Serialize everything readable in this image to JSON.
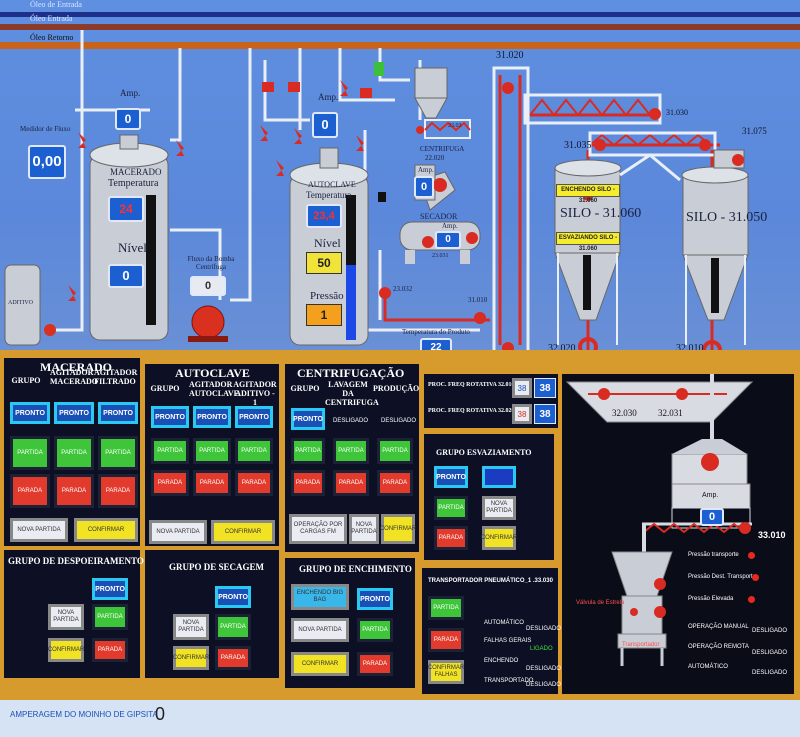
{
  "pipes": {
    "oleo_entrada": "Óleo Entrada",
    "oleo_retorno": "Óleo Retorno",
    "top_label": "Óleo de Entrada"
  },
  "macerado": {
    "label": "MACERADO",
    "temp_label": "Temperatura",
    "temp": "24",
    "nivel_label": "Nível",
    "nivel": "0",
    "amp_label": "Amp.",
    "amp": "0"
  },
  "medidor": {
    "label": "Medidor de Fluxo",
    "value": "0,00"
  },
  "aditivo": {
    "label": "ADITIVO"
  },
  "bomba": {
    "label": "Fluxo da Bomba Centrífuga",
    "value": "0"
  },
  "autoclave": {
    "label": "AUTOCLAVE",
    "temp_label": "Temperatura",
    "temp": "23,4",
    "nivel_label": "Nível",
    "nivel": "50",
    "pressao_label": "Pressão",
    "pressao": "1",
    "amp_label": "Amp.",
    "amp": "0"
  },
  "centrifuga": {
    "label": "CENTRIFUGA",
    "code": "22.020",
    "amp_label": "Amp.",
    "amp": "0",
    "code2": "23.03"
  },
  "secador": {
    "label": "SECADOR",
    "amp_label": "Amp.",
    "amp": "0",
    "code": "23.031"
  },
  "temp_produto": {
    "label": "Temperatura do Produto",
    "value": "22"
  },
  "codes": {
    "c1": "31.020",
    "c2": "31.030",
    "c3": "31.035",
    "c4": "31.075",
    "c5": "23.032",
    "c6": "31.010",
    "c7": "32.020",
    "c8": "32.010",
    "c9": "32.030",
    "c10": "32.031",
    "c11": "33.010"
  },
  "silo1": {
    "name": "SILO - 31.060",
    "enchendo": "ENCHENDO SILO - 31.060",
    "esvaziando": "ESVAZIANDO SILO - 31.060"
  },
  "silo2": {
    "name": "SILO - 31.050"
  },
  "panels": {
    "macerado": {
      "title": "MACERADO",
      "cols": [
        "GRUPO",
        "AGITADOR MACERADO",
        "AGITADOR FILTRADO"
      ]
    },
    "autoclave": {
      "title": "AUTOCLAVE",
      "cols": [
        "GRUPO",
        "AGITADOR AUTOCLAVE",
        "AGITADOR ADITIVO - 1"
      ]
    },
    "centrifugacao": {
      "title": "CENTRIFUGAÇÃO",
      "cols": [
        "GRUPO",
        "LAVAGEM DA CENTRIFUGA",
        "PRODUÇÃO"
      ]
    },
    "proc": {
      "l1": "PROC. FREQ ROTATIVA 32.010",
      "v1a": "38",
      "v1b": "38",
      "l2": "PROC. FREQ ROTATIVA 32.020",
      "v2a": "38",
      "v2b": "38"
    },
    "esvaziamento": {
      "title": "GRUPO ESVAZIAMENTO"
    },
    "despoeiramento": {
      "title": "GRUPO DE DESPOEIRAMENTO"
    },
    "secagem": {
      "title": "GRUPO DE SECAGEM"
    },
    "enchimento": {
      "title": "GRUPO DE ENCHIMENTO"
    },
    "transportador": {
      "title": "TRANSPORTADOR PNEUMÁTICO_1 .33.030"
    }
  },
  "buttons": {
    "pronto": "PRONTO",
    "partida": "PARTIDA",
    "parada": "PARADA",
    "nova_partida": "NOVA PARTIDA",
    "confirmar": "CONFIRMAR",
    "desligado": "DESLIGADO",
    "operacao": "OPERAÇÃO POR CARGAS FM",
    "confirmar_falhas": "CONFIRMAR FALHAS",
    "enchendo": "ENCHENDO BIG BAG"
  },
  "status": {
    "automatico": "AUTOMÁTICO",
    "falhas": "FALHAS GERAIS",
    "enchendo": "ENCHENDO",
    "transportado": "TRANSPORTADO",
    "desligado": "DESLIGADO",
    "ligado": "LIGADO",
    "pressao_transporte": "Pressão transporte",
    "pressao_dest": "Pressão Dest. Transporte",
    "pressao_elevada": "Pressão Elevada",
    "valvula": "Válvula de Estrela",
    "transportador": "Transportador",
    "op_manual": "OPERAÇÃO MANUAL",
    "op_remota": "OPERAÇÃO REMOTA",
    "automatico2": "AUTOMÁTICO"
  },
  "bag": {
    "amp_label": "Amp.",
    "amp": "0"
  },
  "footer": {
    "label": "AMPERAGEM DO MOINHO DE GIPSITA",
    "value": "0"
  },
  "colors": {
    "pipe_orange": "#c9631c",
    "pipe_red": "#d92b22",
    "pronto": "#1a4fb5",
    "partida": "#3ec53a",
    "parada": "#e23a2c"
  }
}
